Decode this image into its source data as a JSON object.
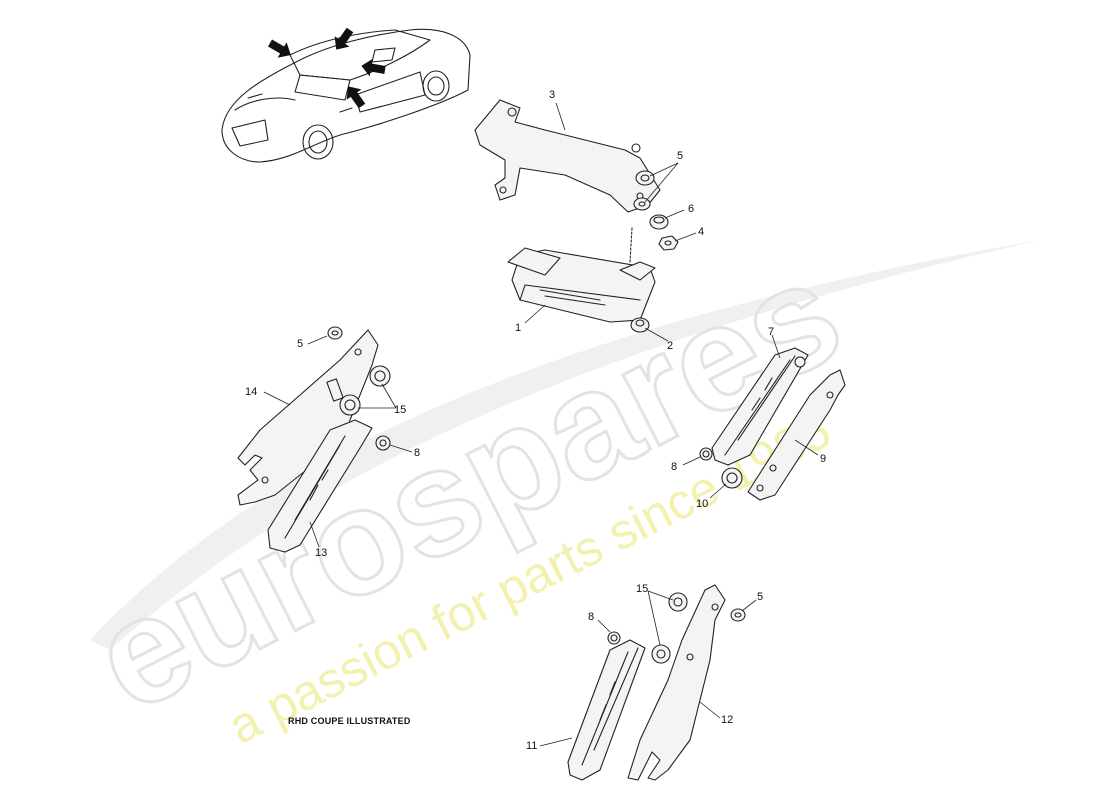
{
  "watermark": {
    "brand": "eurospares",
    "tagline": "a passion for parts since 1985",
    "brand_color": "#e6e6e6",
    "tagline_color": "#f2f0a6"
  },
  "caption": "RHD COUPE ILLUSTRATED",
  "callouts": [
    {
      "id": "c3",
      "label": "3"
    },
    {
      "id": "c5a",
      "label": "5"
    },
    {
      "id": "c6",
      "label": "6"
    },
    {
      "id": "c4",
      "label": "4"
    },
    {
      "id": "c1",
      "label": "1"
    },
    {
      "id": "c2",
      "label": "2"
    },
    {
      "id": "c5b",
      "label": "5"
    },
    {
      "id": "c14",
      "label": "14"
    },
    {
      "id": "c15a",
      "label": "15"
    },
    {
      "id": "c8a",
      "label": "8"
    },
    {
      "id": "c13",
      "label": "13"
    },
    {
      "id": "c7",
      "label": "7"
    },
    {
      "id": "c8b",
      "label": "8"
    },
    {
      "id": "c9",
      "label": "9"
    },
    {
      "id": "c10",
      "label": "10"
    },
    {
      "id": "c15b",
      "label": "15"
    },
    {
      "id": "c5c",
      "label": "5"
    },
    {
      "id": "c8c",
      "label": "8"
    },
    {
      "id": "c12",
      "label": "12"
    },
    {
      "id": "c11",
      "label": "11"
    }
  ],
  "icons": {
    "car": "car-illustration",
    "location_arrows": "arrow-icon"
  }
}
